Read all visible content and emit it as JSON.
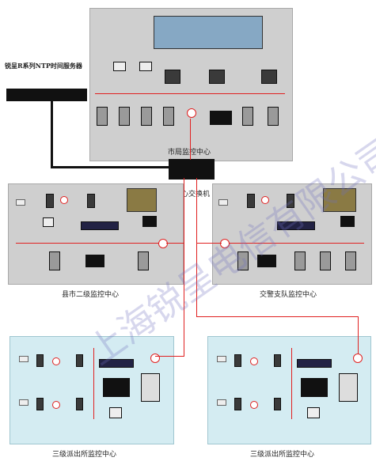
{
  "labels": {
    "ntp_server": "锐呈R系列NTP时间服务器",
    "city_center": "市局监控中心",
    "core_switch": "核心交换机",
    "county_center": "县市二级监控中心",
    "traffic_center": "交警支队监控中心",
    "station_left": "三级派出所监控中心",
    "station_right": "三级派出所监控中心"
  },
  "watermark": "上海锐呈电信有限公司",
  "icons": [
    "server-icon",
    "monitor-icon",
    "camera-icon",
    "switch-icon",
    "video-wall-icon"
  ]
}
